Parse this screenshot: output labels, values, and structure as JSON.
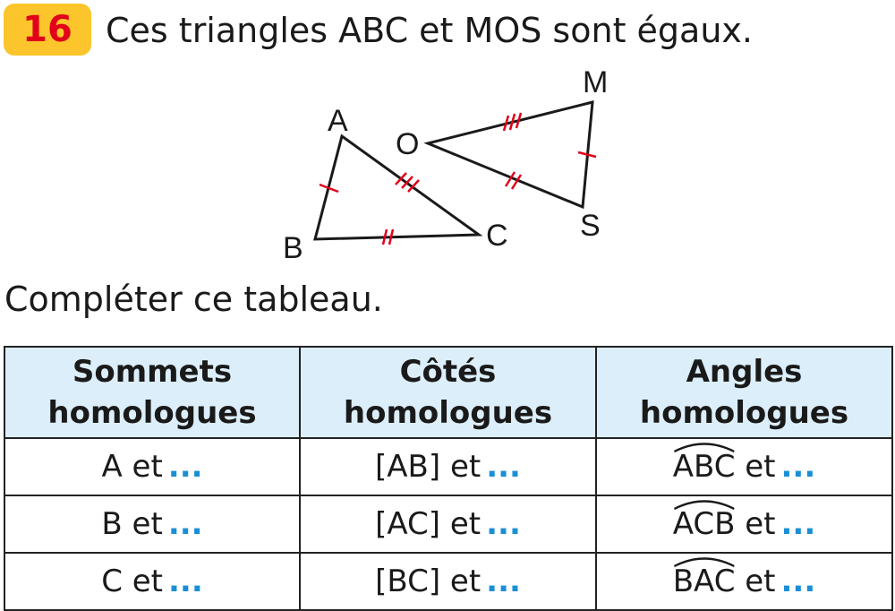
{
  "exercise": {
    "number": "16",
    "statement": "Ces triangles ABC et MOS sont égaux.",
    "instruction": "Compléter ce tableau."
  },
  "figure": {
    "labels": {
      "A": "A",
      "B": "B",
      "C": "C",
      "M": "M",
      "O": "O",
      "S": "S"
    },
    "tick_color": "#e2001a"
  },
  "table": {
    "headers": [
      [
        "Sommets",
        "homologues"
      ],
      [
        "Côtés",
        "homologues"
      ],
      [
        "Angles",
        "homologues"
      ]
    ],
    "rows": [
      {
        "vertex": "A et",
        "side": "[AB] et",
        "angle": "ABC",
        "angle_suffix": "et"
      },
      {
        "vertex": "B et",
        "side": "[AC] et",
        "angle": "ACB",
        "angle_suffix": "et"
      },
      {
        "vertex": "C et",
        "side": "[BC] et",
        "angle": "BAC",
        "angle_suffix": "et"
      }
    ],
    "placeholder": "...",
    "placeholder_color": "#1a8fd6",
    "header_bg": "#dceef9"
  },
  "badge_color": "#fbc52b"
}
